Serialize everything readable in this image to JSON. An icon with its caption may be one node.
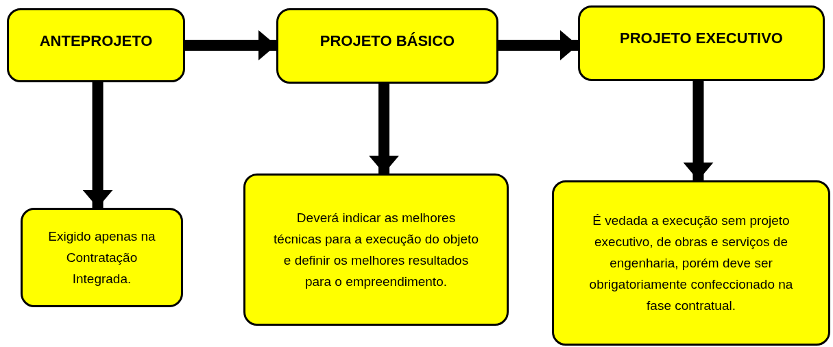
{
  "diagram": {
    "nodes": [
      {
        "text": [
          "ANTEPROJETO"
        ]
      },
      {
        "text": [
          "PROJETO BÁSICO"
        ]
      },
      {
        "text": [
          "PROJETO EXECUTIVO"
        ]
      },
      {
        "text": [
          "Exigido apenas na Contratação Integrada."
        ]
      },
      {
        "text": [
          "Deverá indicar as melhores técnicas para a execução do objeto e definir os melhores resultados para o empreendimento."
        ]
      },
      {
        "text": [
          "É vedada a execução sem projeto executivo, de obras e serviços de engenharia, porém deve ser obrigatoriamente confeccionado na fase contratual."
        ]
      }
    ],
    "edges": [
      {
        "from": 0,
        "to": 1,
        "arrow": "to"
      },
      {
        "from": 1,
        "to": 2,
        "arrow": "to"
      },
      {
        "from": 0,
        "to": 3,
        "arrow": "to"
      },
      {
        "from": 1,
        "to": 4,
        "arrow": "to"
      },
      {
        "from": 2,
        "to": 5,
        "arrow": "to"
      }
    ]
  }
}
